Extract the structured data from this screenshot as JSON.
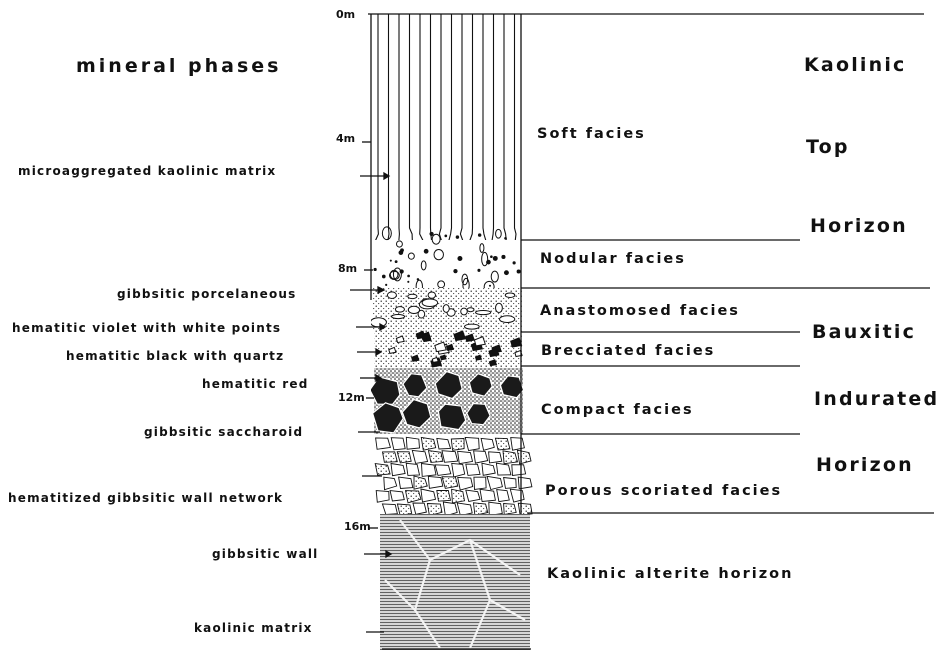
{
  "title": "mineral phases",
  "depth_labels": [
    "0m",
    "4m",
    "8m",
    "12m",
    "16m"
  ],
  "mineral_phases": [
    "microaggregated kaolinic matrix",
    "gibbsitic porcelaneous",
    "hematitic violet with white points",
    "hematitic black with quartz",
    "hematitic red",
    "gibbsitic saccharoid",
    "hematitized gibbsitic wall network",
    "gibbsitic wall",
    "kaolinic matrix"
  ],
  "facies": [
    "Soft facies",
    "Nodular facies",
    "Anastomosed facies",
    "Brecciated facies",
    "Compact facies",
    "Porous scoriated facies",
    "Kaolinic alterite horizon"
  ],
  "horizons": {
    "kaolinic_top": [
      "Kaolinic",
      "Top",
      "Horizon"
    ],
    "bauxitic_indurated": [
      "Bauxitic",
      "Indurated",
      "Horizon"
    ]
  }
}
